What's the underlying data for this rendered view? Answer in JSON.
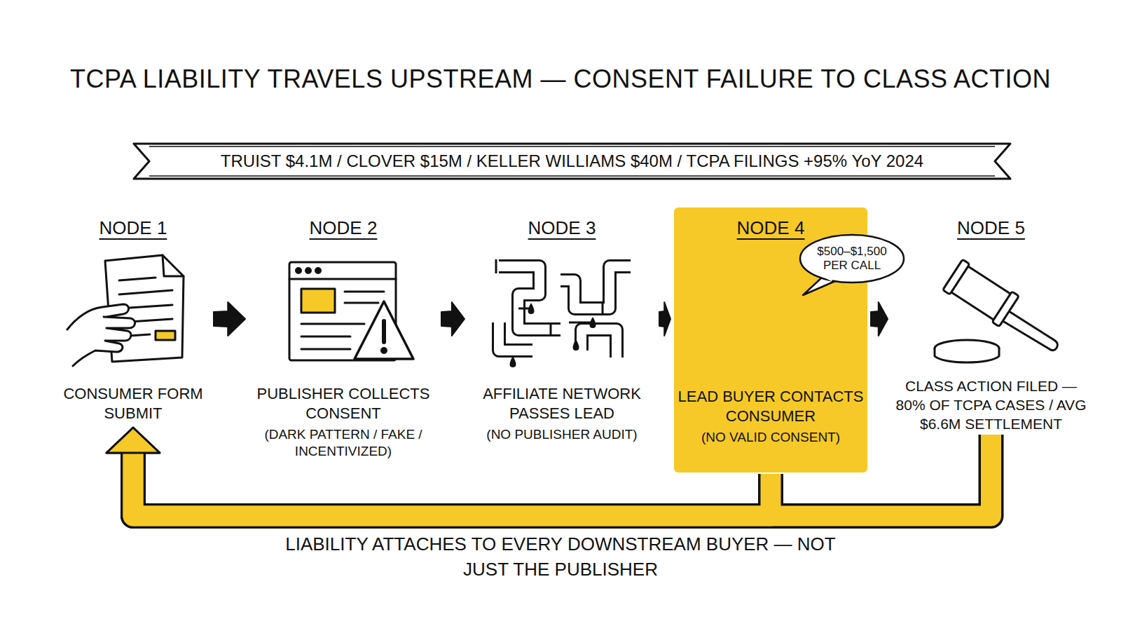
{
  "diagram": {
    "title": "TCPA LIABILITY TRAVELS UPSTREAM — CONSENT FAILURE TO CLASS ACTION",
    "nodes": [
      {
        "text": [
          "TRUIST $4.1M / CLOVER $15M / KELLER WILLIAMS $40M / TCPA FILINGS +95% YoY 2024"
        ]
      },
      {
        "text": [
          "NODE 1",
          "CONSUMER FORM SUBMIT"
        ]
      },
      {
        "text": [
          "NODE 2",
          "PUBLISHER COLLECTS CONSENT",
          "(DARK PATTERN / FAKE / INCENTIVIZED)"
        ]
      },
      {
        "text": [
          "NODE 3",
          "AFFILIATE NETWORK PASSES LEAD",
          "(NO PUBLISHER AUDIT)"
        ]
      },
      {
        "text": [
          "NODE 4",
          "LEAD BUYER CONTACTS CONSUMER",
          "(NO VALID CONSENT)"
        ]
      },
      {
        "text": [
          "$500–$1,500 PER CALL"
        ]
      },
      {
        "text": [
          "NODE 5",
          "CLASS ACTION FILED — 80% OF TCPA CASES / AVG $6.6M SETTLEMENT"
        ]
      }
    ],
    "edges": [
      {
        "from": 1,
        "to": 2,
        "arrow": "to"
      },
      {
        "from": 2,
        "to": 3,
        "arrow": "to"
      },
      {
        "from": 3,
        "to": 4,
        "arrow": "to"
      },
      {
        "from": 4,
        "to": 6,
        "arrow": "to"
      },
      {
        "from": 4,
        "to": 1,
        "label": "LIABILITY ATTACHES TO EVERY DOWNSTREAM BUYER — NOT JUST THE PUBLISHER",
        "arrow": "to"
      },
      {
        "from": 6,
        "to": 1,
        "arrow": "to"
      }
    ]
  }
}
